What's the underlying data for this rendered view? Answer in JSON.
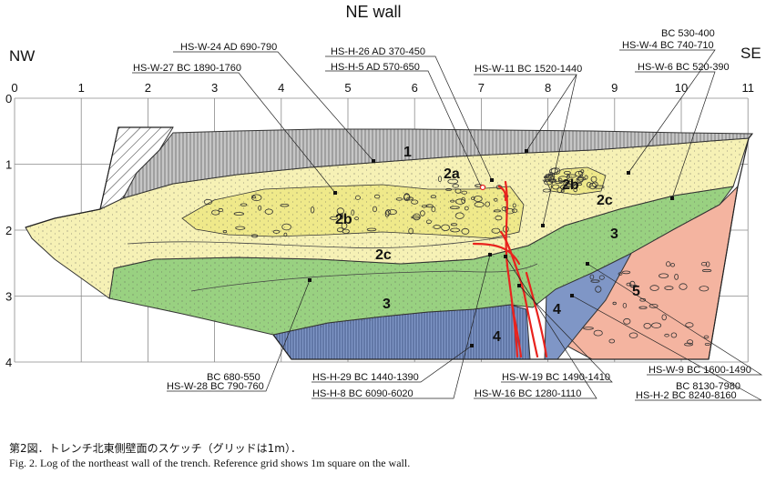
{
  "title": "NE wall",
  "left_dir": "NW",
  "right_dir": "SE",
  "x_ticks": [
    "0",
    "1",
    "2",
    "3",
    "4",
    "5",
    "6",
    "7",
    "8",
    "9",
    "10",
    "11"
  ],
  "y_ticks": [
    "0",
    "1",
    "2",
    "3",
    "4"
  ],
  "units": [
    "1",
    "2a",
    "2b",
    "2b",
    "2c",
    "2c",
    "3",
    "3",
    "4",
    "4",
    "5"
  ],
  "samples": [
    {
      "id": "HS-W-24",
      "date": "AD 690-790"
    },
    {
      "id": "HS-W-27",
      "date": "BC 1890-1760"
    },
    {
      "id": "HS-H-26",
      "date": "AD 370-450"
    },
    {
      "id": "HS-H-5",
      "date": "AD 570-650"
    },
    {
      "id": "HS-W-11",
      "date": "BC 1520-1440"
    },
    {
      "id": "HS-W-4",
      "date": "BC 530-400 / BC 740-710"
    },
    {
      "id": "HS-W-6",
      "date": "BC 520-390"
    },
    {
      "id": "HS-W-28",
      "date": "BC 680-550 / BC 790-760"
    },
    {
      "id": "HS-H-29",
      "date": "BC 1440-1390"
    },
    {
      "id": "HS-H-8",
      "date": "BC 6090-6020"
    },
    {
      "id": "HS-W-19",
      "date": "BC 1490-1410"
    },
    {
      "id": "HS-W-16",
      "date": "BC 1280-1110"
    },
    {
      "id": "HS-W-9",
      "date": "BC 1600-1490"
    },
    {
      "id": "HS-H-2",
      "date": "BC 8130-7980 / BC 8240-8160"
    }
  ],
  "labels": {
    "w24": "HS-W-24  AD 690-790",
    "w27": "HS-W-27  BC 1890-1760",
    "h26": "HS-H-26  AD 370-450",
    "h5": "HS-H-5  AD 570-650",
    "w11": "HS-W-11  BC 1520-1440",
    "w4_top": "BC 530-400",
    "w4": "HS-W-4  BC 740-710",
    "w6": "HS-W-6  BC 520-390",
    "w28_top": "BC 680-550",
    "w28": "HS-W-28  BC 790-760",
    "h29": "HS-H-29  BC 1440-1390",
    "h8": "HS-H-8  BC 6090-6020",
    "w19": "HS-W-19  BC 1490-1410",
    "w16": "HS-W-16  BC 1280-1110",
    "w9": "HS-W-9  BC 1600-1490",
    "h2_top": "BC 8130-7980",
    "h2": "HS-H-2  BC 8240-8160"
  },
  "colors": {
    "unit1": "#c6c6c6",
    "unit2": "#f6f1b5",
    "unit2b": "#efe98a",
    "unit3": "#99d181",
    "unit4": "#7f96c6",
    "unit5": "#f4b4a0",
    "fault": "#e8231e"
  },
  "caption_ja": "第2図．トレンチ北東側壁面のスケッチ（グリッドは1m）．",
  "caption_en": "Fig. 2.  Log of the northeast wall of the trench. Reference grid shows 1m square on the wall."
}
